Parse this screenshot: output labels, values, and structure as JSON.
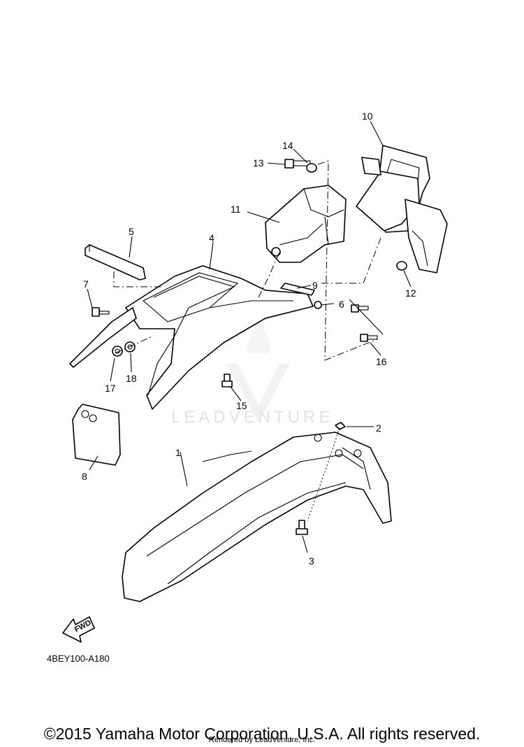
{
  "diagram": {
    "part_code": "4BEY100-A180",
    "fwd_label": "FWD",
    "watermark": "LEADVENTURE",
    "callouts": [
      "1",
      "2",
      "3",
      "4",
      "5",
      "6",
      "7",
      "8",
      "9",
      "10",
      "11",
      "12",
      "13",
      "14",
      "15",
      "16",
      "17",
      "18"
    ]
  },
  "footer": {
    "copyright": "©2015 Yamaha Motor Corporation, U.S.A. All rights reserved.",
    "rendered_by": "Rendered by LeadVenture, Inc."
  }
}
